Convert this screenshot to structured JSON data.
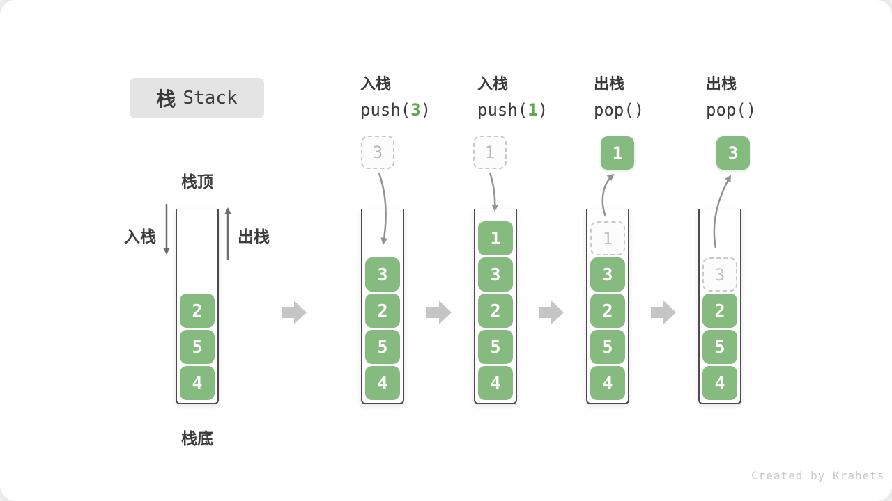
{
  "title": {
    "zh": "栈",
    "en": "Stack"
  },
  "side_labels": {
    "top": "栈顶",
    "bottom": "栈底",
    "push": "入栈",
    "pop": "出栈"
  },
  "operations": [
    {
      "name_zh": "入栈",
      "code_pre": "push(",
      "arg": "3",
      "code_post": ")"
    },
    {
      "name_zh": "入栈",
      "code_pre": "push(",
      "arg": "1",
      "code_post": ")"
    },
    {
      "name_zh": "出栈",
      "code_pre": "pop(",
      "arg": "",
      "code_post": ")"
    },
    {
      "name_zh": "出栈",
      "code_pre": "pop(",
      "arg": "",
      "code_post": ")"
    }
  ],
  "floating_boxes": [
    {
      "value": "3",
      "type": "dashed-incoming"
    },
    {
      "value": "1",
      "type": "dashed-incoming"
    },
    {
      "value": "1",
      "type": "solid-popped"
    },
    {
      "value": "3",
      "type": "solid-popped"
    }
  ],
  "stacks": [
    {
      "blocks": [
        {
          "value": "2"
        },
        {
          "value": "5"
        },
        {
          "value": "4"
        }
      ]
    },
    {
      "blocks": [
        {
          "value": "3"
        },
        {
          "value": "2"
        },
        {
          "value": "5"
        },
        {
          "value": "4"
        }
      ]
    },
    {
      "blocks": [
        {
          "value": "1"
        },
        {
          "value": "3"
        },
        {
          "value": "2"
        },
        {
          "value": "5"
        },
        {
          "value": "4"
        }
      ]
    },
    {
      "blocks": [
        {
          "value": "1",
          "ghost": true
        },
        {
          "value": "3"
        },
        {
          "value": "2"
        },
        {
          "value": "5"
        },
        {
          "value": "4"
        }
      ]
    },
    {
      "blocks": [
        {
          "value": "3",
          "ghost": true
        },
        {
          "value": "2"
        },
        {
          "value": "5"
        },
        {
          "value": "4"
        }
      ]
    }
  ],
  "watermark": "Created by Krahets",
  "colors": {
    "block_green": "#85bb7e",
    "code_arg_green": "#64a455",
    "flow_arrow_gray": "#c5c5c5",
    "curve_arrow_gray": "#929292",
    "straight_arrow_gray": "#6e6e6e",
    "ghost_border": "#c9c9c9",
    "text_dark": "#3a3a3a",
    "title_bg": "#e4e4e4"
  }
}
